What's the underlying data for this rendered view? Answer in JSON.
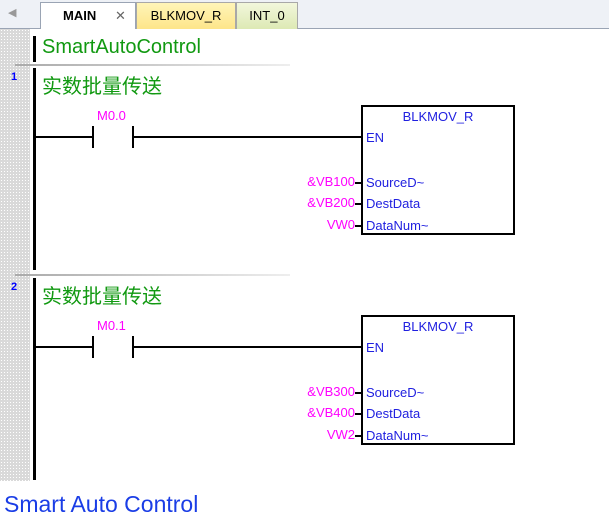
{
  "tabs": [
    {
      "label": "MAIN",
      "active": true
    },
    {
      "label": "BLKMOV_R"
    },
    {
      "label": "INT_0"
    }
  ],
  "program_title": "SmartAutoControl",
  "networks": [
    {
      "number": "1",
      "comment": "实数批量传送",
      "contact": "M0.0",
      "box": {
        "name": "BLKMOV_R",
        "en": "EN",
        "pins": [
          {
            "operand": "&VB100",
            "pin": "SourceD~"
          },
          {
            "operand": "&VB200",
            "pin": "DestData"
          },
          {
            "operand": "VW0",
            "pin": "DataNum~"
          }
        ]
      }
    },
    {
      "number": "2",
      "comment": "实数批量传送",
      "contact": "M0.1",
      "box": {
        "name": "BLKMOV_R",
        "en": "EN",
        "pins": [
          {
            "operand": "&VB300",
            "pin": "SourceD~"
          },
          {
            "operand": "&VB400",
            "pin": "DestData"
          },
          {
            "operand": "VW2",
            "pin": "DataNum~"
          }
        ]
      }
    }
  ],
  "footer": "Smart Auto Control"
}
